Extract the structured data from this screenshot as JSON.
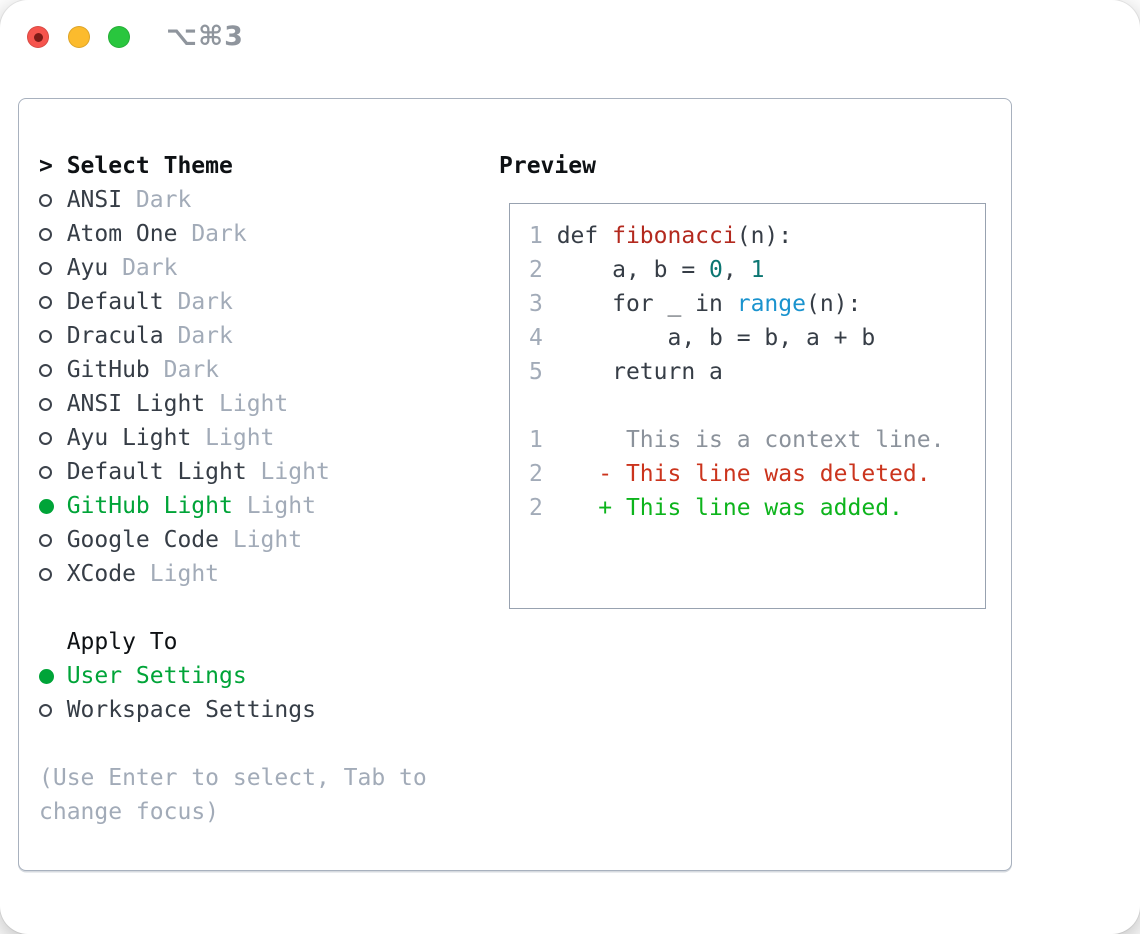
{
  "titlebar": {
    "title": "⌥⌘3",
    "buttons": [
      "close",
      "minimize",
      "zoom"
    ]
  },
  "theme_picker": {
    "prompt": ">",
    "title": "Select Theme",
    "themes": [
      {
        "name": "ANSI",
        "tag": "Dark",
        "selected": false
      },
      {
        "name": "Atom One",
        "tag": "Dark",
        "selected": false
      },
      {
        "name": "Ayu",
        "tag": "Dark",
        "selected": false
      },
      {
        "name": "Default",
        "tag": "Dark",
        "selected": false
      },
      {
        "name": "Dracula",
        "tag": "Dark",
        "selected": false
      },
      {
        "name": "GitHub",
        "tag": "Dark",
        "selected": false
      },
      {
        "name": "ANSI Light",
        "tag": "Light",
        "selected": false
      },
      {
        "name": "Ayu Light",
        "tag": "Light",
        "selected": false
      },
      {
        "name": "Default Light",
        "tag": "Light",
        "selected": false
      },
      {
        "name": "GitHub Light",
        "tag": "Light",
        "selected": true
      },
      {
        "name": "Google Code",
        "tag": "Light",
        "selected": false
      },
      {
        "name": "XCode",
        "tag": "Light",
        "selected": false
      }
    ],
    "apply_to": {
      "title": "Apply To",
      "options": [
        {
          "label": "User Settings",
          "selected": true
        },
        {
          "label": "Workspace Settings",
          "selected": false
        }
      ]
    },
    "hint": "(Use Enter to select, Tab to change focus)"
  },
  "preview": {
    "title": "Preview",
    "code_lines": [
      {
        "num": "1",
        "tokens": [
          {
            "t": "def ",
            "c": "fg"
          },
          {
            "t": "fibonacci",
            "c": "func"
          },
          {
            "t": "(n):",
            "c": "fg"
          }
        ]
      },
      {
        "num": "2",
        "tokens": [
          {
            "t": "    a, b = ",
            "c": "fg"
          },
          {
            "t": "0",
            "c": "num"
          },
          {
            "t": ", ",
            "c": "fg"
          },
          {
            "t": "1",
            "c": "num"
          }
        ]
      },
      {
        "num": "3",
        "tokens": [
          {
            "t": "    for _ in ",
            "c": "fg"
          },
          {
            "t": "range",
            "c": "builtin"
          },
          {
            "t": "(n):",
            "c": "fg"
          }
        ]
      },
      {
        "num": "4",
        "tokens": [
          {
            "t": "        a, b = b, a + b",
            "c": "fg"
          }
        ]
      },
      {
        "num": "5",
        "tokens": [
          {
            "t": "    return a",
            "c": "fg"
          }
        ]
      },
      {
        "num": "",
        "tokens": []
      },
      {
        "num": "1",
        "tokens": [
          {
            "t": "     This is a context line.",
            "c": "context"
          }
        ]
      },
      {
        "num": "2",
        "tokens": [
          {
            "t": "   - This line was deleted.",
            "c": "deleted"
          }
        ]
      },
      {
        "num": "2",
        "tokens": [
          {
            "t": "   + This line was added.",
            "c": "added"
          }
        ]
      }
    ]
  },
  "colors": {
    "selection_green": "#00a438",
    "added_green": "#0db41c",
    "deleted_red": "#cb341d",
    "function_red": "#b3291e",
    "number_teal": "#0c7672",
    "builtin_blue": "#1a93ce",
    "foreground": "#363d46",
    "line_number_gray": "#a2abb8",
    "context_gray": "#8b929b",
    "tag_gray": "#a2abb8",
    "header_black": "#0e1114",
    "panel_border": "#a8b1be",
    "traffic_red": "#f6544d",
    "traffic_yellow": "#fcbb2d",
    "traffic_green": "#29c63e"
  }
}
